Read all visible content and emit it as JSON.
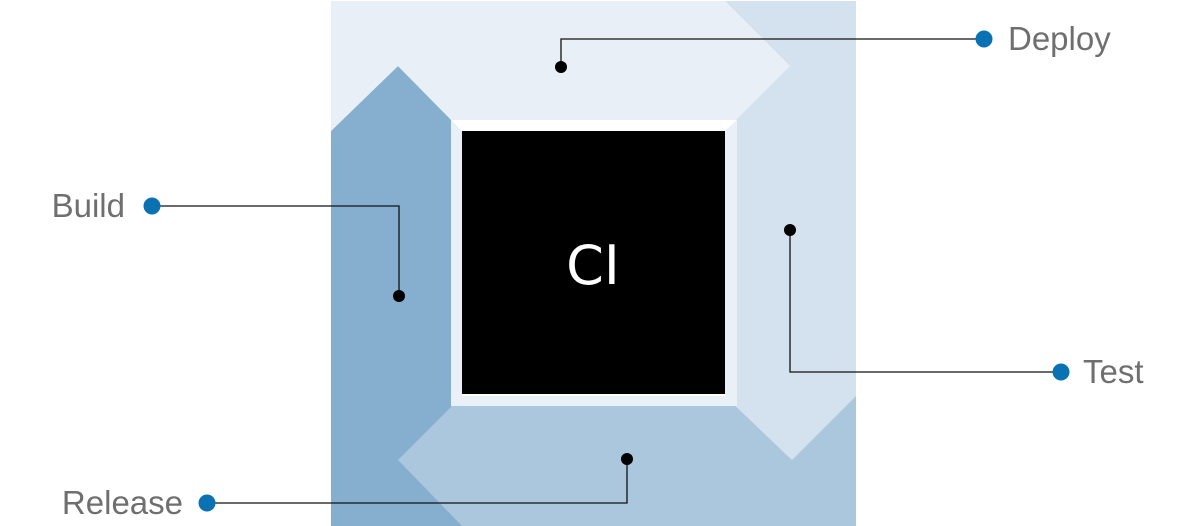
{
  "diagram": {
    "center": {
      "label": "CI"
    },
    "stages": [
      {
        "id": "deploy",
        "label": "Deploy"
      },
      {
        "id": "build",
        "label": "Build"
      },
      {
        "id": "test",
        "label": "Test"
      },
      {
        "id": "release",
        "label": "Release"
      }
    ]
  },
  "colors": {
    "deploy_fill": "#e8eff6",
    "test_fill": "#d3e2ee",
    "release_fill": "#abc7de",
    "build_fill": "#85aecf",
    "frame_fill": "#e9f0f7",
    "center_fill": "#000000",
    "marker_dot": "#000000",
    "label_dot": "#0a71b3",
    "leader_line": "#111111",
    "label_text": "#6f6f6f"
  }
}
